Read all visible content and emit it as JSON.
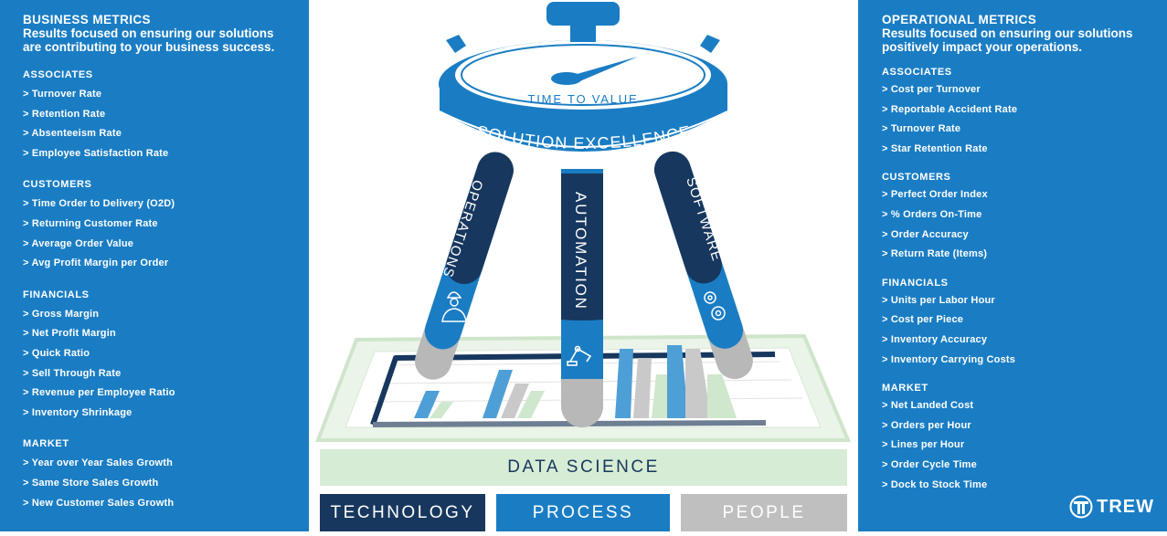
{
  "left": {
    "title": "BUSINESS METRICS",
    "subtitle_1": "Results focused on ensuring our solutions",
    "subtitle_2": "are contributing to your business success.",
    "sections": [
      {
        "heading": "ASSOCIATES",
        "items": [
          "> Turnover Rate",
          "> Retention Rate",
          "> Absenteeism Rate",
          "> Employee Satisfaction Rate"
        ]
      },
      {
        "heading": "CUSTOMERS",
        "items": [
          "> Time Order to Delivery (O2D)",
          "> Returning Customer Rate",
          "> Average Order Value",
          "> Avg Profit Margin per Order"
        ]
      },
      {
        "heading": "FINANCIALS",
        "items": [
          "> Gross Margin",
          "> Net Profit Margin",
          "> Quick Ratio",
          "> Sell Through Rate",
          "> Revenue per Employee Ratio",
          "> Inventory Shrinkage"
        ]
      },
      {
        "heading": "MARKET",
        "items": [
          "> Year over Year Sales Growth",
          "> Same Store Sales Growth",
          "> New Customer Sales Growth"
        ]
      }
    ]
  },
  "right": {
    "title": "OPERATIONAL METRICS",
    "subtitle_1": "Results focused on ensuring our solutions",
    "subtitle_2": "positively impact your operations.",
    "sections": [
      {
        "heading": "ASSOCIATES",
        "items": [
          "> Cost per Turnover",
          "> Reportable Accident Rate",
          "> Turnover Rate",
          "> Star Retention Rate"
        ]
      },
      {
        "heading": "CUSTOMERS",
        "items": [
          "> Perfect Order Index",
          "> % Orders On-Time",
          "> Order Accuracy",
          "> Return Rate (Items)"
        ]
      },
      {
        "heading": "FINANCIALS",
        "items": [
          "> Units per Labor Hour",
          "> Cost per Piece",
          "> Inventory Accuracy",
          "> Inventory Carrying Costs"
        ]
      },
      {
        "heading": "MARKET",
        "items": [
          "> Net Landed Cost",
          "> Orders per Hour",
          "> Lines per Hour",
          "> Order Cycle Time",
          "> Dock to Stock Time"
        ]
      }
    ]
  },
  "diagram": {
    "stopwatch_label": "TIME TO VALUE",
    "seat_label": "SOLUTION EXCELLENCE",
    "legs": [
      "OPERATIONS",
      "AUTOMATION",
      "SOFTWARE"
    ],
    "data_science": "DATA SCIENCE",
    "foundation": [
      "TECHNOLOGY",
      "PROCESS",
      "PEOPLE"
    ]
  },
  "logo": "TREW",
  "colors": {
    "panel_blue": "#1a7dc4",
    "navy": "#17375e",
    "light_green": "#d7ecd4",
    "gray": "#bfbfbf"
  }
}
